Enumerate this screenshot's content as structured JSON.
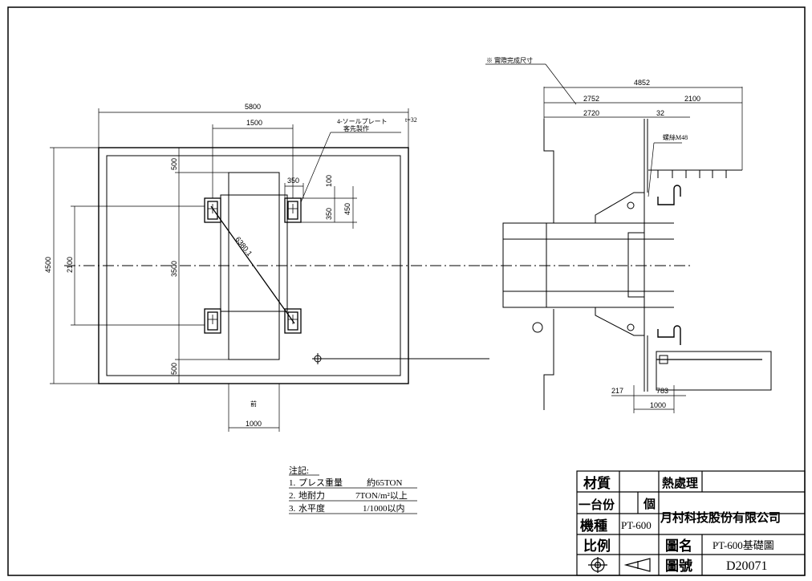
{
  "plan": {
    "dims": {
      "overall_width": "5800",
      "inner_width": "1500",
      "overall_height": "4500",
      "pad_spacing_v": "2100",
      "pad_spacing_v2": "3500",
      "top_offset": "500",
      "bottom_offset": "500",
      "pad_350": "350",
      "pad_100": "100",
      "pad_350b": "350",
      "pad_450": "450",
      "diagonal": "6380.1",
      "bottom_width": "1000"
    },
    "sole_plate_note_line1": "4-ソールプレート",
    "sole_plate_note_line2": "客先製作",
    "thickness": "t=32",
    "front_label": "前"
  },
  "section": {
    "actual_size_note": "※ 實際完成尺寸",
    "dims": {
      "total": "4852",
      "a": "2752",
      "b": "2100",
      "c": "2720",
      "d": "32",
      "e": "217",
      "f": "783",
      "g": "1000"
    },
    "bolt_label": "螺絲M48"
  },
  "notes": {
    "heading": "注記:",
    "items": [
      {
        "no": "1.",
        "label": "プレス重量",
        "value": "約65TON"
      },
      {
        "no": "2.",
        "label": "地耐力",
        "value": "7TON/m²以上"
      },
      {
        "no": "3.",
        "label": "水平度",
        "value": "1/1000以内"
      }
    ]
  },
  "title_block": {
    "material_label": "材質",
    "heat_label": "熱處理",
    "qty_label": "一台份",
    "qty_unit": "個",
    "company": "月村科技股份有限公司",
    "model_label": "機種",
    "model_value": "PT-600",
    "scale_label": "比例",
    "drawing_name_label": "圖名",
    "drawing_name_value": "PT-600基礎圖",
    "drawing_no_label": "圖號",
    "drawing_no_value": "D20071"
  }
}
